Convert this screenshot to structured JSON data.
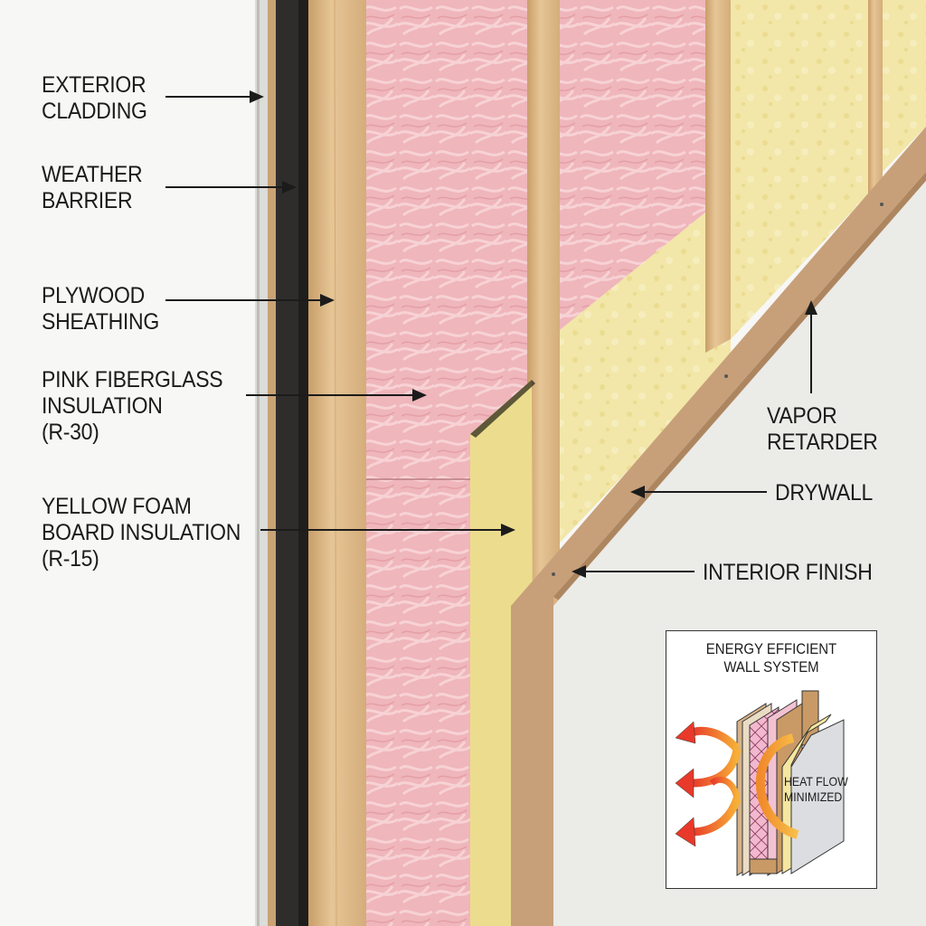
{
  "diagram": {
    "subject": "Wall assembly cross-section",
    "labels": [
      {
        "id": "exterior-cladding",
        "lines": [
          "EXTERIOR",
          "CLADDING"
        ]
      },
      {
        "id": "weather-barrier",
        "lines": [
          "WEATHER",
          "BARRIER"
        ]
      },
      {
        "id": "plywood-sheathing",
        "lines": [
          "PLYWOOD",
          "SHEATHING"
        ]
      },
      {
        "id": "pink-fiberglass",
        "lines": [
          "PINK FIBERGLASS",
          "INSULATION",
          "(R-30)"
        ]
      },
      {
        "id": "yellow-foam",
        "lines": [
          "YELLOW FOAM",
          "BOARD INSULATION",
          "(R-15)"
        ]
      },
      {
        "id": "vapor-retarder",
        "lines": [
          "VAPOR",
          "RETARDER"
        ]
      },
      {
        "id": "drywall",
        "lines": [
          "DRYWALL"
        ]
      },
      {
        "id": "interior-finish",
        "lines": [
          "INTERIOR FINISH"
        ]
      }
    ],
    "label_text": {
      "exterior_cladding": "EXTERIOR\nCLADDING",
      "weather_barrier": "WEATHER\nBARRIER",
      "plywood_sheathing": "PLYWOOD\nSHEATHING",
      "pink_fiberglass": "PINK FIBERGLASS\nINSULATION\n(R-30)",
      "yellow_foam": "YELLOW FOAM\nBOARD INSULATION\n(R-15)",
      "vapor_retarder": "VAPOR\nRETARDER",
      "drywall": "DRYWALL",
      "interior_finish": "INTERIOR FINISH"
    },
    "colors": {
      "background": "#f7f7f5",
      "cladding": "#d9d9d6",
      "weather_barrier": "#2e2c2b",
      "wood": "#ddb886",
      "fiberglass": "#eeb3b8",
      "foam": "#efe3a2",
      "drywall_board": "#c9a27a",
      "interior_wall": "#ebebe8",
      "arrow": "#1b1b1b"
    }
  },
  "inset": {
    "title": "ENERGY EFFICIENT\nWALL SYSTEM",
    "caption": "HEAT FLOW\nMINIMIZED",
    "heat_arrow_colors": [
      "#e8392a",
      "#f39a2b"
    ]
  }
}
